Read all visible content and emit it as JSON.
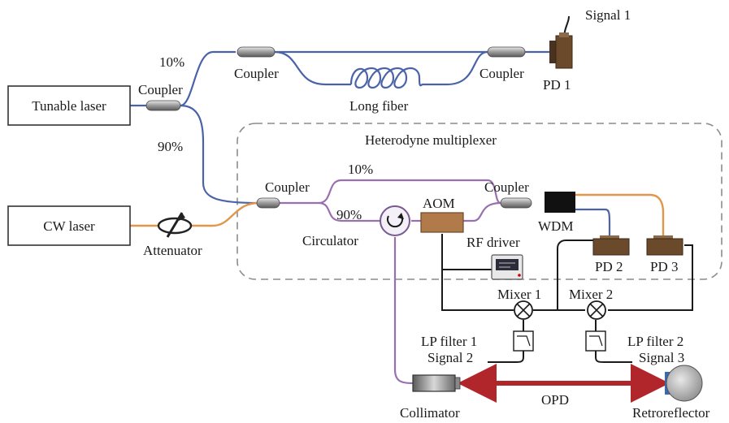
{
  "labels": {
    "tunable_laser": "Tunable laser",
    "cw_laser": "CW laser",
    "attenuator": "Attenuator",
    "coupler_input": "Coupler",
    "coupler_mzi_in": "Coupler",
    "coupler_mzi_out": "Coupler",
    "coupler_het_in": "Coupler",
    "coupler_het_out": "Coupler",
    "split_10_top": "10%",
    "split_90_top": "90%",
    "split_10_het": "10%",
    "split_90_het": "90%",
    "long_fiber": "Long fiber",
    "pd1": "PD 1",
    "signal1": "Signal 1",
    "heterodyne_multiplexer": "Heterodyne multiplexer",
    "circulator": "Circulator",
    "aom": "AOM",
    "rf_driver": "RF driver",
    "wdm": "WDM",
    "pd2": "PD 2",
    "pd3": "PD 3",
    "mixer1": "Mixer 1",
    "mixer2": "Mixer 2",
    "lp_filter1": "LP filter 1",
    "lp_filter2": "LP filter 2",
    "signal2": "Signal 2",
    "signal3": "Signal 3",
    "collimator": "Collimator",
    "opd": "OPD",
    "retroreflector": "Retroreflector"
  },
  "colors": {
    "fiber_blue": "#4a63a8",
    "fiber_purple": "#9a6fb0",
    "fiber_orange": "#e2964a",
    "beam_red": "#b0262b",
    "aom": "#b07a4a",
    "pd": "#6b4a2b",
    "wdm": "#111111"
  }
}
